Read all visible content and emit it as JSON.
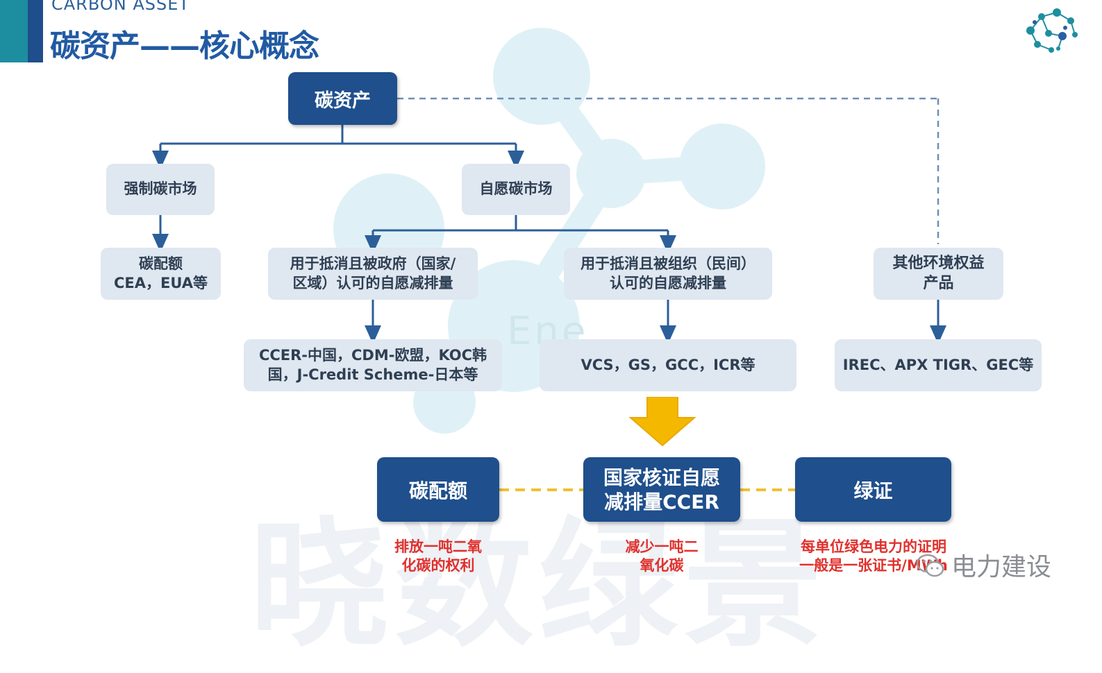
{
  "header": {
    "subtitle": "CARBON ASSET",
    "title": "碳资产——核心概念"
  },
  "colors": {
    "dark_box": "#1f4f8c",
    "light_box": "#dfe7f1",
    "connector": "#2c5f9a",
    "dashed_gold": "#f2c12e",
    "arrow_yellow": "#f5b800",
    "red_text": "#e0302c"
  },
  "nodes": {
    "root": "碳资产",
    "mandatory_market": "强制碳市场",
    "voluntary_market": "自愿碳市场",
    "allowance": "碳配额\nCEA，EUA等",
    "gov_offset": "用于抵消且被政府（国家/\n区域）认可的自愿减排量",
    "org_offset": "用于抵消且被组织（民间）\n认可的自愿减排量",
    "other_rights": "其他环境权益\n产品",
    "gov_examples": "CCER-中国，CDM-欧盟，KOC韩\n国，J-Credit Scheme-日本等",
    "org_examples": "VCS，GS，GCC，ICR等",
    "other_examples": "IREC、APX TIGR、GEC等"
  },
  "bottom": {
    "allowance_box": "碳配额",
    "ccer_box": "国家核证自愿\n减排量CCER",
    "green_cert_box": "绿证",
    "allowance_desc": "排放一吨二氧\n化碳的权利",
    "ccer_desc": "减少一吨二\n氧化碳",
    "green_cert_desc": "每单位绿色电力的证明\n一般是一张证书/MWh"
  },
  "watermarks": {
    "big": "晓数绿景",
    "small": "Ene",
    "wechat": "电力建设"
  },
  "icons": {
    "logo": "molecule-logo-icon",
    "arrow": "down-arrow-icon",
    "wechat": "wechat-icon"
  }
}
